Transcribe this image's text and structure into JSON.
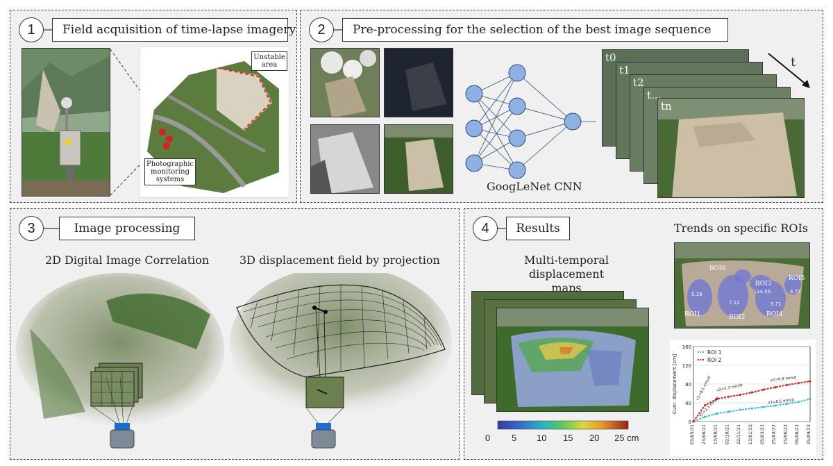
{
  "panel1": {
    "number": "1",
    "title": "Field acquisition of time-lapse imagery",
    "unstable_area_label": "Unstable area",
    "monitoring_label": "Photographic monitoring systems"
  },
  "panel2": {
    "number": "2",
    "title": "Pre-processing for the selection of the best image sequence",
    "cnn_label": "GoogLeNet CNN",
    "time_label": "t",
    "frame_labels": [
      "t0",
      "t1",
      "t2",
      "t...",
      "tn"
    ]
  },
  "panel3": {
    "number": "3",
    "title": "Image processing",
    "dic_caption": "2D Digital Image Correlation",
    "projection_caption": "3D displacement field by projection"
  },
  "panel4": {
    "number": "4",
    "title": "Results",
    "maps_caption": "Multi-temporal displacement maps",
    "trends_caption": "Trends on specific ROIs",
    "colorbar_ticks": [
      "0",
      "5",
      "10",
      "15",
      "20",
      "25 cm"
    ],
    "roi_labels": [
      "ROI1",
      "ROI2",
      "ROI3",
      "ROI4",
      "ROI5",
      "ROI6"
    ],
    "roi_values": [
      "5.16",
      "7.12",
      "14.55",
      "5.71",
      "4.77"
    ]
  },
  "chart_data": {
    "type": "line",
    "ylabel": "Cum. displacement [cm]",
    "ylim": [
      0,
      160
    ],
    "yticks": [
      0,
      40,
      80,
      120,
      160
    ],
    "categories": [
      "03/05/21",
      "23/06/21",
      "13/08/21",
      "02/10/21",
      "22/11/21",
      "13/01/22",
      "05/03/22",
      "25/04/22",
      "15/06/22",
      "05/08/22",
      "25/09/22"
    ],
    "legend": [
      "ROI 1",
      "ROI 2"
    ],
    "series": [
      {
        "name": "ROI 1",
        "color": "#3bbad8",
        "values": [
          0,
          10,
          17,
          21,
          25,
          28,
          31,
          34,
          38,
          42,
          48
        ]
      },
      {
        "name": "ROI 2",
        "color": "#d42020",
        "values": [
          0,
          35,
          48,
          53,
          57,
          62,
          68,
          73,
          78,
          82,
          86
        ]
      }
    ],
    "annotations": [
      "v1=8.1 mm/d",
      "v2=2.3 mm/d",
      "v2=0.9 mm/d",
      "v1=2.1 mm/d",
      "v1=0.6 mm/d"
    ]
  }
}
